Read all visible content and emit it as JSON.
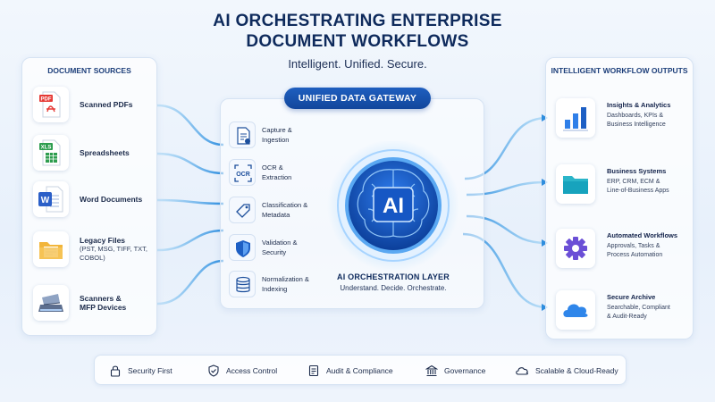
{
  "header": {
    "title_line1": "AI ORCHESTRATING ENTERPRISE",
    "title_line2": "DOCUMENT WORKFLOWS",
    "subtitle": "Intelligent. Unified. Secure."
  },
  "sources": {
    "title": "DOCUMENT SOURCES",
    "items": [
      {
        "label": "Scanned PDFs",
        "icon": "pdf-icon",
        "badge": "PDF"
      },
      {
        "label": "Spreadsheets",
        "icon": "spreadsheet-icon",
        "badge": "XLS"
      },
      {
        "label": "Word Documents",
        "icon": "word-icon",
        "badge": "W"
      },
      {
        "label": "Legacy Files",
        "sub": "(PST, MSG, TIFF, TXT, COBOL)",
        "icon": "folder-icon"
      },
      {
        "label": "Scanners &",
        "label2": "MFP Devices",
        "icon": "scanner-icon"
      }
    ]
  },
  "gateway": {
    "title": "UNIFIED DATA GATEWAY",
    "steps": [
      {
        "line1": "Capture &",
        "line2": "Ingestion",
        "icon": "document-capture-icon"
      },
      {
        "line1": "OCR &",
        "line2": "Extraction",
        "icon": "ocr-icon",
        "badge": "OCR"
      },
      {
        "line1": "Classification &",
        "line2": "Metadata",
        "icon": "tag-icon"
      },
      {
        "line1": "Validation &",
        "line2": "Security",
        "icon": "shield-icon"
      },
      {
        "line1": "Normalization &",
        "line2": "Indexing",
        "icon": "database-icon"
      }
    ]
  },
  "orchestration": {
    "badge": "AI",
    "title": "AI ORCHESTRATION LAYER",
    "subtitle": "Understand. Decide. Orchestrate.",
    "icon": "brain-icon"
  },
  "outputs": {
    "title": "INTELLIGENT WORKFLOW OUTPUTS",
    "items": [
      {
        "title": "Insights & Analytics",
        "sub1": "Dashboards, KPIs &",
        "sub2": "Business Intelligence",
        "icon": "bar-chart-icon"
      },
      {
        "title": "Business Systems",
        "sub1": "ERP, CRM, ECM &",
        "sub2": "Line-of-Business Apps",
        "icon": "folder-icon"
      },
      {
        "title": "Automated Workflows",
        "sub1": "Approvals, Tasks &",
        "sub2": "Process Automation",
        "icon": "gear-icon"
      },
      {
        "title": "Secure Archive",
        "sub1": "Searchable, Compliant",
        "sub2": "& Audit-Ready",
        "icon": "cloud-icon"
      }
    ]
  },
  "footer": {
    "items": [
      {
        "label": "Security First",
        "icon": "lock-icon"
      },
      {
        "label": "Access Control",
        "icon": "shield-check-icon"
      },
      {
        "label": "Audit & Compliance",
        "icon": "checklist-icon"
      },
      {
        "label": "Governance",
        "icon": "bank-icon"
      },
      {
        "label": "Scalable & Cloud-Ready",
        "icon": "cloud-icon"
      }
    ]
  },
  "colors": {
    "primary": "#1f5fbf",
    "navy": "#0e2a5c",
    "flow": "#4aa8e8",
    "background": "#eaf2fc"
  }
}
